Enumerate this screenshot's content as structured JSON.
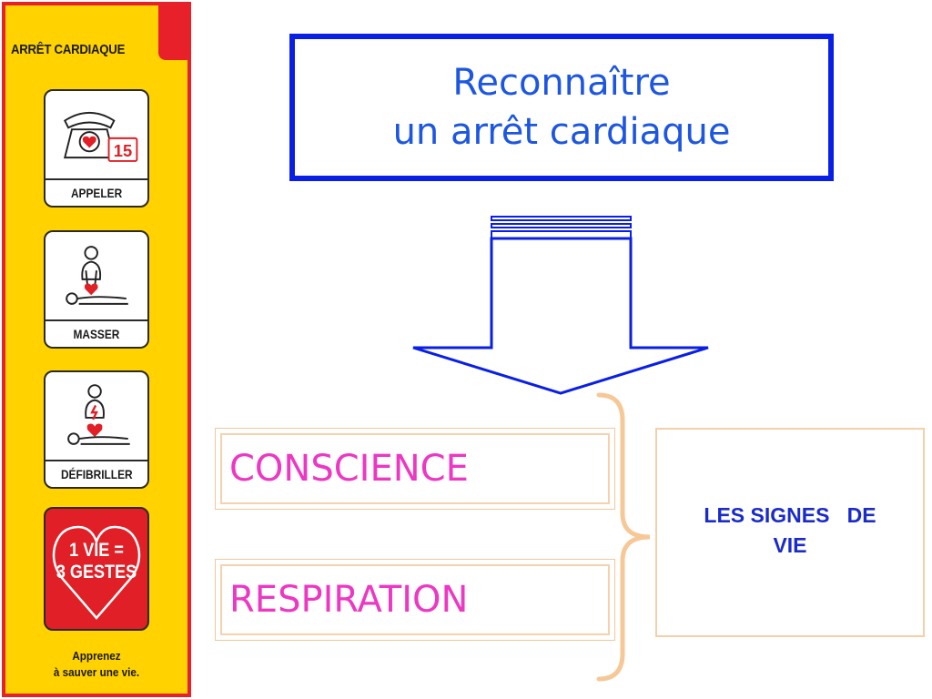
{
  "sidebar": {
    "title": "ARRÊT CARDIAQUE",
    "cards": [
      {
        "label": "APPELER",
        "icon": "phone-15-icon",
        "badge": "15"
      },
      {
        "label": "MASSER",
        "icon": "cpr-massage-icon"
      },
      {
        "label": "DÉFIBRILLER",
        "icon": "defibrillator-icon"
      }
    ],
    "heart_line1": "1 VIE =",
    "heart_line2": "3 GESTES",
    "footer_line1": "Apprenez",
    "footer_line2": "à sauver une vie.",
    "colors": {
      "background": "#ffd200",
      "border": "#e8202a",
      "heart": "#e01f26"
    }
  },
  "diagram": {
    "title_line1": "Reconnaître",
    "title_line2": "un arrêt cardiaque",
    "signs": [
      "CONSCIENCE",
      "RESPIRATION"
    ],
    "result": "LES SIGNES   DE\nVIE",
    "colors": {
      "title_border": "#0a1fe6",
      "title_text": "#1d56e0",
      "signs_text": "#ec38c2",
      "result_text": "#1a2bc9",
      "box_border": "#f5cfa8"
    }
  }
}
